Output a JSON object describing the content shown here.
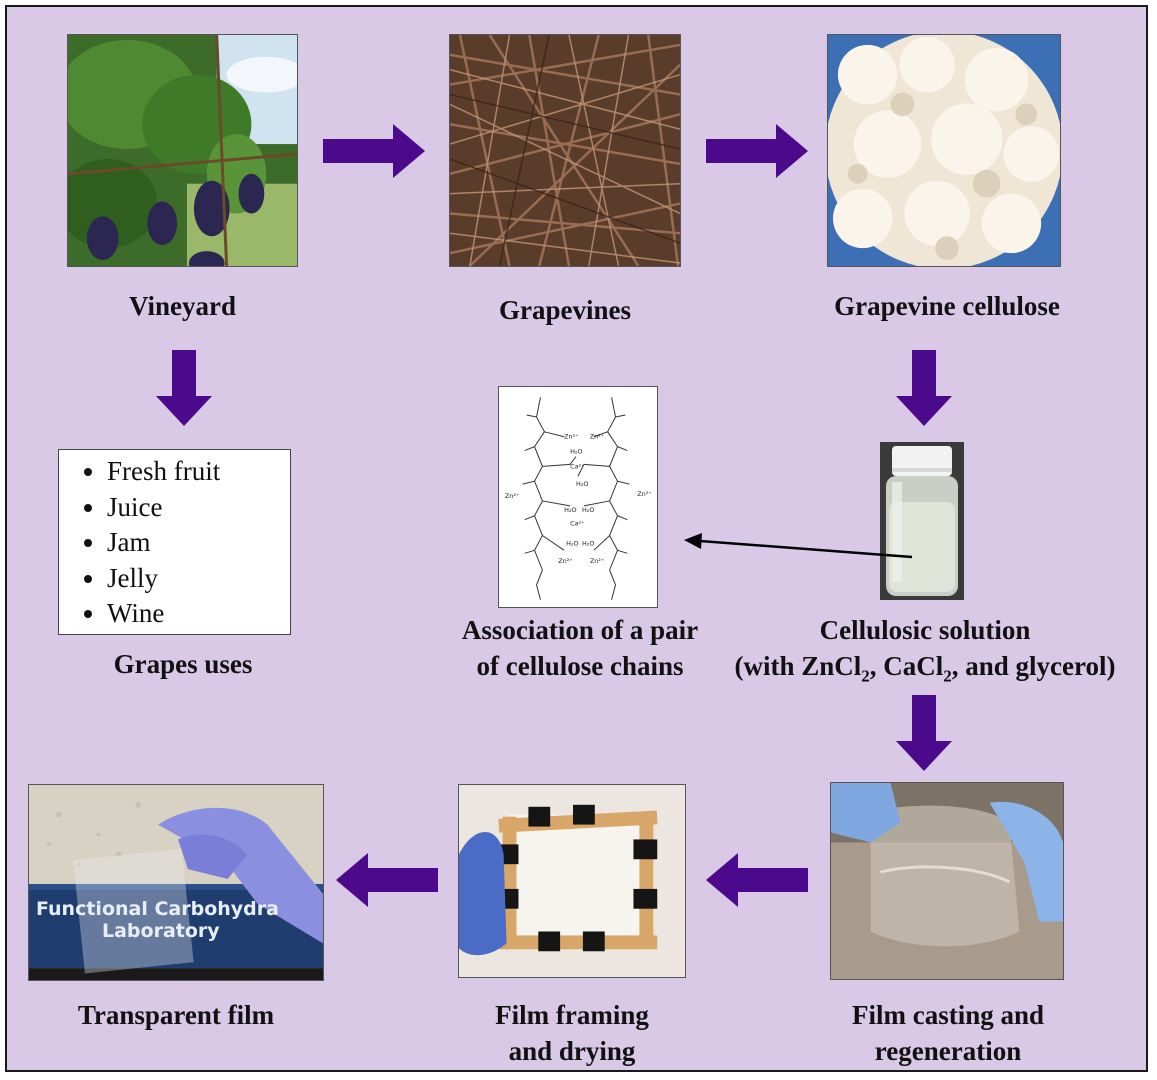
{
  "labels": {
    "vineyard": "Vineyard",
    "grapevines": "Grapevines",
    "grapevine_cellulose": "Grapevine cellulose",
    "grapes_uses": "Grapes uses",
    "association_line1": "Association of a pair",
    "association_line2": "of cellulose chains",
    "cellulosic_line1": "Cellulosic solution",
    "cellulosic_line2_prefix": "(with ZnCl",
    "cellulosic_sub1": "2",
    "cellulosic_line2_mid": ", CaCl",
    "cellulosic_sub2": "2",
    "cellulosic_line2_suffix": ", and glycerol)",
    "transparent_film": "Transparent film",
    "film_framing_line1": "Film framing",
    "film_framing_line2": "and drying",
    "film_casting_line1": "Film casting and",
    "film_casting_line2": "regeneration"
  },
  "grape_uses": [
    "Fresh fruit",
    "Juice",
    "Jam",
    "Jelly",
    "Wine"
  ],
  "chem_labels": {
    "zn1": "Zn²⁺",
    "zn2": "Zn²⁺",
    "zn3": "Zn²⁺",
    "zn4": "Zn²⁺",
    "zn5": "Zn²⁺",
    "zn6": "Zn²⁺",
    "ca1": "Ca²⁺",
    "ca2": "Ca²⁺",
    "h2o1": "H₂O",
    "h2o2": "H₂O",
    "h2o3": "H₂O",
    "h2o4": "H₂O",
    "h2o5": "H₂O",
    "h2o6": "H₂O"
  },
  "banner": {
    "line1": "Functional Carbohydra",
    "line2": "Laboratory"
  },
  "colors": {
    "background": "#d9c8e6",
    "arrow": "#4b0a8c"
  }
}
